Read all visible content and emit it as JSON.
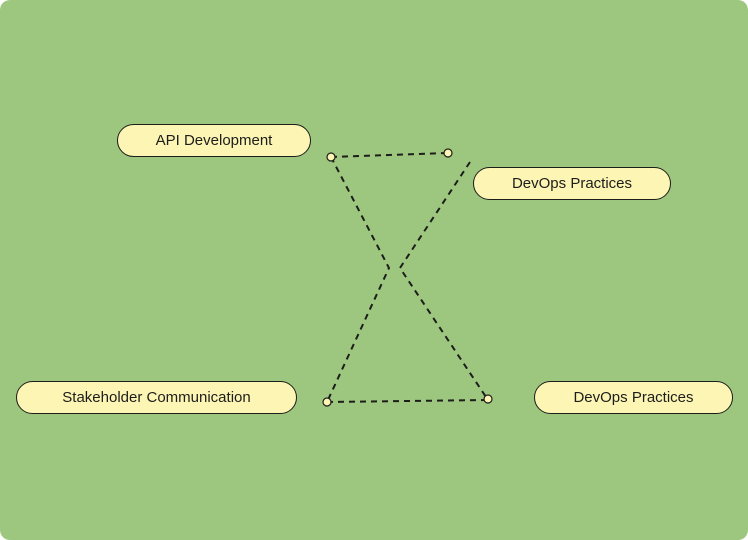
{
  "colors": {
    "background": "#9dc77f",
    "node_fill": "#fdf5b3",
    "stroke": "#1d1d1b"
  },
  "nodes": [
    {
      "label": "API Development"
    },
    {
      "label": "DevOps Practices"
    },
    {
      "label": "Stakeholder Communication"
    },
    {
      "label": "DevOps Practices"
    }
  ]
}
